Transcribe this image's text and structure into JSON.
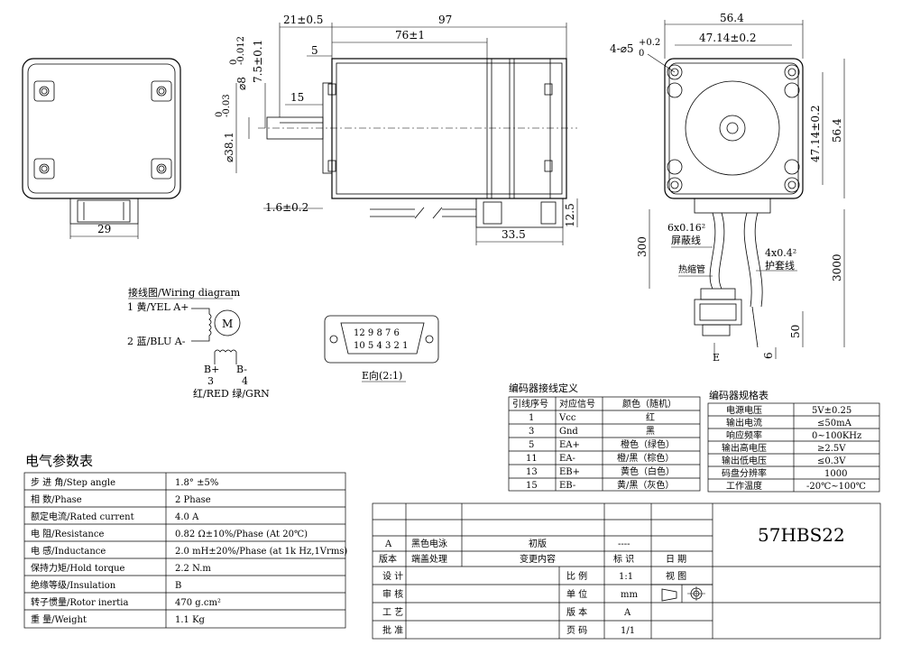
{
  "front_view": {
    "dim_29": "29"
  },
  "side_view": {
    "dim_21": "21±0.5",
    "dim_97": "97",
    "dim_76": "76±1",
    "dim_5": "5",
    "dim_8": "⌀8",
    "dim_8_tol_top": "0",
    "dim_8_tol_bot": "-0.012",
    "dim_7_5": "7.5±0.1",
    "dim_15": "15",
    "dim_38": "⌀38.1",
    "dim_38_tol_top": "0",
    "dim_38_tol_bot": "-0.03",
    "dim_1_6": "1.6±0.2",
    "dim_12_5": "12.5",
    "dim_33_5": "33.5"
  },
  "rear_view": {
    "dim_56_4_top": "56.4",
    "dim_47_14_top": "47.14±0.2",
    "holes": "4-⌀5",
    "holes_tol_top": "+0.2",
    "holes_tol_bot": "0",
    "dim_47_14_side": "47.14±0.2",
    "dim_56_4_side": "56.4",
    "dim_300": "300",
    "dim_3000": "3000",
    "dim_50": "50",
    "dim_6": "6",
    "shield_wire_spec": "6x0.16²",
    "shield_wire_name": "屏蔽线",
    "sheath_wire_spec": "4x0.4²",
    "sheath_wire_name": "护套线",
    "heat_shrink": "热缩管",
    "view_e": "E"
  },
  "wiring": {
    "title": "接线图/Wiring diagram",
    "a_plus_label": "1 黄/YEL A+",
    "a_minus_label": "2 蓝/BLU A-",
    "motor": "M",
    "b_plus": "B+",
    "b_minus": "B-",
    "pin3": "3",
    "pin4": "4",
    "b_colors": "红/RED 绿/GRN"
  },
  "connector": {
    "pins_top": "12 9 8 7 6",
    "pins_bot": "10 5 4 3 2 1",
    "caption": "E向(2:1)"
  },
  "encoder_wiring": {
    "title": "编码器接线定义",
    "headers": [
      "引线序号",
      "对应信号",
      "颜色（随机）"
    ],
    "rows": [
      [
        "1",
        "Vcc",
        "红"
      ],
      [
        "3",
        "Gnd",
        "黑"
      ],
      [
        "5",
        "EA+",
        "橙色（绿色）"
      ],
      [
        "11",
        "EA-",
        "橙/黑（棕色）"
      ],
      [
        "13",
        "EB+",
        "黄色（白色）"
      ],
      [
        "15",
        "EB-",
        "黄/黑（灰色）"
      ]
    ]
  },
  "encoder_spec": {
    "title": "编码器规格表",
    "rows": [
      [
        "电源电压",
        "5V±0.25"
      ],
      [
        "输出电流",
        "≤50mA"
      ],
      [
        "响应频率",
        "0~100KHz"
      ],
      [
        "输出高电压",
        "≥2.5V"
      ],
      [
        "输出低电压",
        "≤0.3V"
      ],
      [
        "码盘分辨率",
        "1000"
      ],
      [
        "工作温度",
        "-20℃~100℃"
      ]
    ]
  },
  "electrical": {
    "title": "电气参数表",
    "rows": [
      [
        "步 进 角/Step angle",
        "1.8° ±5%"
      ],
      [
        "相    数/Phase",
        "2   Phase"
      ],
      [
        "额定电流/Rated current",
        "4.0 A"
      ],
      [
        "电    阻/Resistance",
        "0.82 Ω±10%/Phase (At 20℃)"
      ],
      [
        "电    感/Inductance",
        "2.0 mH±20%/Phase (at 1k Hz,1Vrms)"
      ],
      [
        "保持力矩/Hold torque",
        "2.2 N.m"
      ],
      [
        "绝缘等级/Insulation",
        "B"
      ],
      [
        "转子惯量/Rotor inertia",
        "470 g.cm²"
      ],
      [
        "重    量/Weight",
        "1.1 Kg"
      ]
    ]
  },
  "title_block": {
    "model": "57HBS22",
    "rev_row": [
      "A",
      "黑色电泳",
      "初版",
      "----"
    ],
    "rev_head": [
      "版本",
      "端盖处理",
      "变更内容",
      "标  识",
      "日  期"
    ],
    "left_labels": [
      "设  计",
      "审  核",
      "工  艺",
      "批  准"
    ],
    "scale_label": "比  例",
    "scale_value": "1:1",
    "view_label": "视  图",
    "unit_label": "单  位",
    "unit_value": "mm",
    "version_label": "版  本",
    "version_value": "A",
    "page_label": "页  码",
    "page_value": "1/1"
  }
}
